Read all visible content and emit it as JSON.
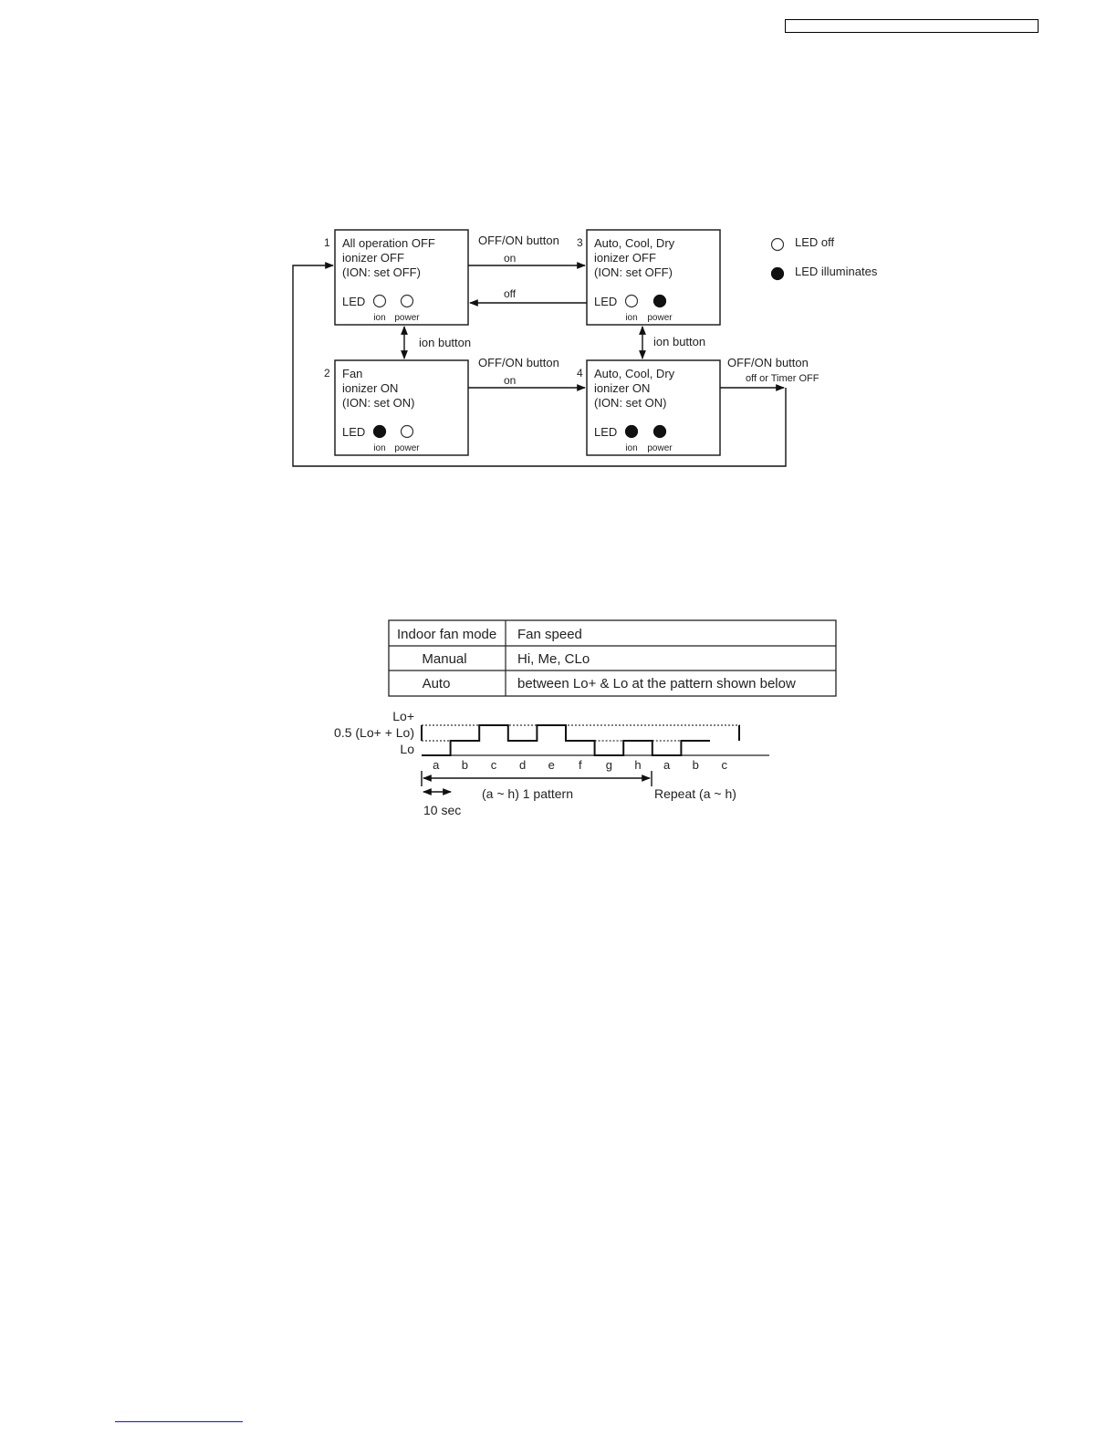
{
  "state_diagram": {
    "legend": {
      "led_off": "LED off",
      "led_illuminates": "LED illuminates"
    },
    "states": [
      {
        "number": "1",
        "line1": "All operation OFF",
        "line2": "ionizer OFF",
        "line3": "(ION: set OFF)",
        "led_label": "LED",
        "ion_label": "ion",
        "power_label": "power"
      },
      {
        "number": "2",
        "line1": "Fan",
        "line2": "ionizer ON",
        "line3": "(ION: set ON)",
        "led_label": "LED",
        "ion_label": "ion",
        "power_label": "power"
      },
      {
        "number": "3",
        "line1": "Auto, Cool, Dry",
        "line2": "ionizer OFF",
        "line3": "(ION: set OFF)",
        "led_label": "LED",
        "ion_label": "ion",
        "power_label": "power"
      },
      {
        "number": "4",
        "line1": "Auto, Cool, Dry",
        "line2": "ionizer ON",
        "line3": "(ION: set ON)",
        "led_label": "LED",
        "ion_label": "ion",
        "power_label": "power"
      }
    ],
    "transitions": {
      "t1_3_label": "OFF/ON button",
      "t1_3_sub": "on",
      "t3_1_label": "off",
      "t1_2_label": "ion button",
      "t3_4_label": "ion button",
      "t2_4_label": "OFF/ON button",
      "t2_4_sub": "on",
      "t4_1_label": "OFF/ON button",
      "t4_1_sub": "off or Timer OFF"
    }
  },
  "fan_table": {
    "headers": [
      "Indoor fan mode",
      "Fan speed"
    ],
    "rows": [
      [
        "Manual",
        "Hi, Me, CLo"
      ],
      [
        "Auto",
        "between Lo+ & Lo at the pattern shown below"
      ]
    ]
  },
  "fan_pattern": {
    "y_labels": {
      "high": "Lo+",
      "mid": "0.5 (Lo+ + Lo)",
      "low": "Lo"
    },
    "segments": [
      "a",
      "b",
      "c",
      "d",
      "e",
      "f",
      "g",
      "h",
      "a",
      "b",
      "c"
    ],
    "levels": [
      "low",
      "mid",
      "high",
      "mid",
      "high",
      "mid",
      "low",
      "mid",
      "low",
      "mid"
    ],
    "pattern_label": "(a ~ h) 1 pattern",
    "repeat_label": "Repeat (a ~ h)",
    "step_label": "10 sec"
  }
}
